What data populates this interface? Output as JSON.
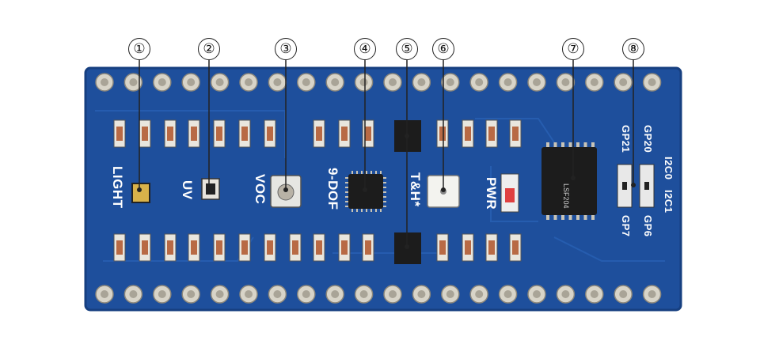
{
  "callouts": [
    "①",
    "②",
    "③",
    "④",
    "⑤",
    "⑥",
    "⑦",
    "⑧"
  ],
  "silkscreen": {
    "light": "LIGHT",
    "uv": "UV",
    "voc": "VOC",
    "nine_dof": "9-DOF",
    "th": "T&H*",
    "pwr": "PWR",
    "gp21": "GP21",
    "gp20": "GP20",
    "i2c0": "I2C0",
    "i2c1": "I2C1",
    "gp7": "GP7",
    "gp6": "GP6"
  },
  "chip_marking": "LSF204",
  "colors": {
    "board": "#1e4f9c",
    "board_dark": "#163f80",
    "pad": "#d8d4c8",
    "chip": "#1c1c1c"
  }
}
